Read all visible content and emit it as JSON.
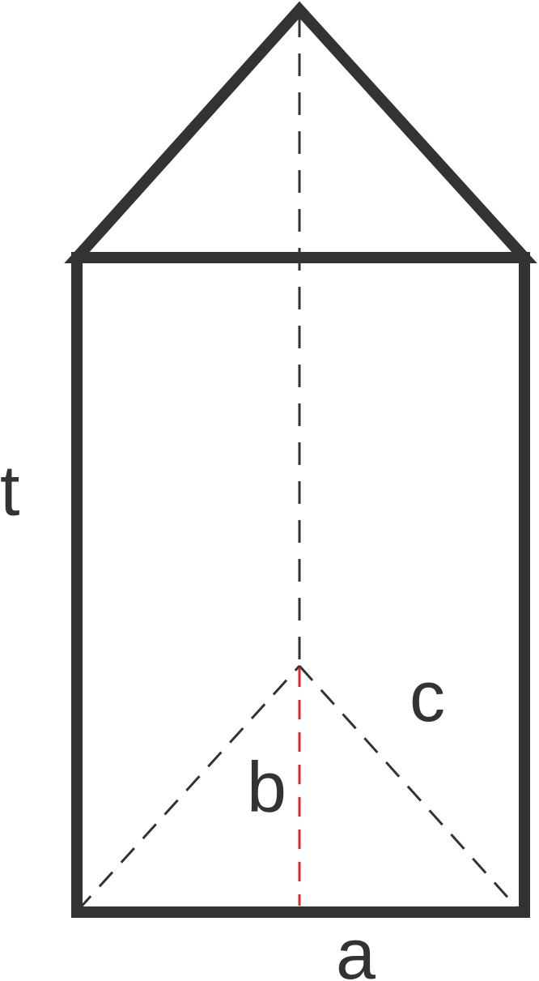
{
  "colors": {
    "stroke": "#333333",
    "dash": "#333333",
    "height_line": "#e0262e",
    "background": "#ffffff"
  },
  "labels": {
    "t": "t",
    "a": "a",
    "b": "b",
    "c": "c"
  }
}
